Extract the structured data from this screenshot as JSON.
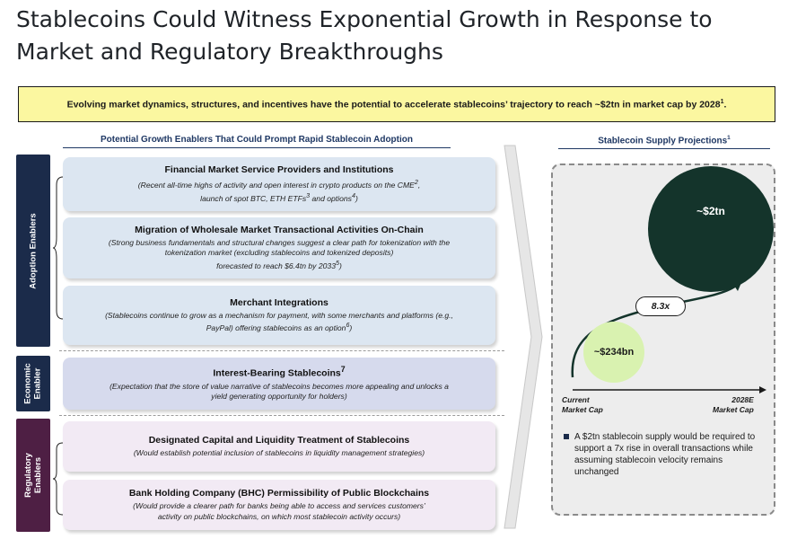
{
  "title": "Stablecoins Could Witness Exponential Growth in Response to Market and Regulatory Breakthroughs",
  "banner": {
    "text": "Evolving market dynamics, structures, and incentives have the potential to accelerate stablecoins’ trajectory to reach ~$2tn in market cap by 2028",
    "sup": "1",
    "tail": "."
  },
  "left_header": "Potential Growth Enablers That Could Prompt Rapid Stablecoin Adoption",
  "right_header": {
    "text": "Stablecoin Supply Projections",
    "sup": "1"
  },
  "groups": {
    "adoption": "Adoption Enablers",
    "economic_1": "Economic",
    "economic_2": "Enabler",
    "regulatory_1": "Regulatory",
    "regulatory_2": "Enablers"
  },
  "cards": [
    {
      "title": "Financial Market Service Providers and Institutions",
      "l1a": "(Recent all-time highs of activity and open interest in crypto products on the CME",
      "l1s": "2",
      "l1b": ",",
      "l2a": "launch of spot BTC, ETH ETFs",
      "l2s1": "3",
      "l2b": " and options",
      "l2s2": "4",
      "l2c": ")"
    },
    {
      "title": "Migration of Wholesale Market Transactional Activities On-Chain",
      "l1": "(Strong business fundamentals and structural changes suggest a clear path for tokenization with the",
      "l2": "tokenization market (excluding stablecoins and tokenized deposits)",
      "l3a": "forecasted to reach $6.4tn by 2033",
      "l3s": "5",
      "l3b": ")"
    },
    {
      "title": "Merchant Integrations",
      "l1": "(Stablecoins continue to grow as a mechanism for payment, with some merchants and platforms (e.g.,",
      "l2a": "PayPal) offering stablecoins as an option",
      "l2s": "6",
      "l2b": ")"
    },
    {
      "title": "Interest-Bearing Stablecoins",
      "title_sup": "7",
      "l1": "(Expectation that the store of value narrative of stablecoins becomes more appealing and unlocks a",
      "l2": "yield generating opportunity for holders)"
    },
    {
      "title": "Designated Capital and Liquidity Treatment of Stablecoins",
      "l1": "(Would establish potential inclusion of stablecoins in liquidity management strategies)"
    },
    {
      "title": "Bank Holding Company (BHC) Permissibility of Public Blockchains",
      "l1": "(Would provide a clearer path for banks being able to access and services customers’",
      "l2": "activity on public blockchains, on which most stablecoin activity occurs)"
    }
  ],
  "chart_data": {
    "type": "bubble",
    "categories": [
      "Current Market Cap",
      "2028E Market Cap"
    ],
    "x_labels": [
      [
        "Current",
        "Market Cap"
      ],
      [
        "2028E",
        "Market Cap"
      ]
    ],
    "values": [
      234,
      2000
    ],
    "unit": "bn USD",
    "data_labels": [
      "~$234bn",
      "~$2tn"
    ],
    "multiplier_label": "8.3x",
    "colors": {
      "current": "#d9f2b0",
      "projected": "#14342b"
    }
  },
  "bullet": "A $2tn stablecoin supply would be required to support a 7x rise in overall transactions while assuming stablecoin velocity remains unchanged",
  "colors": {
    "navy": "#1b2b4a",
    "plum": "#4e1f44",
    "banner": "#fbf7a0",
    "accent_blue": "#1f3864"
  }
}
